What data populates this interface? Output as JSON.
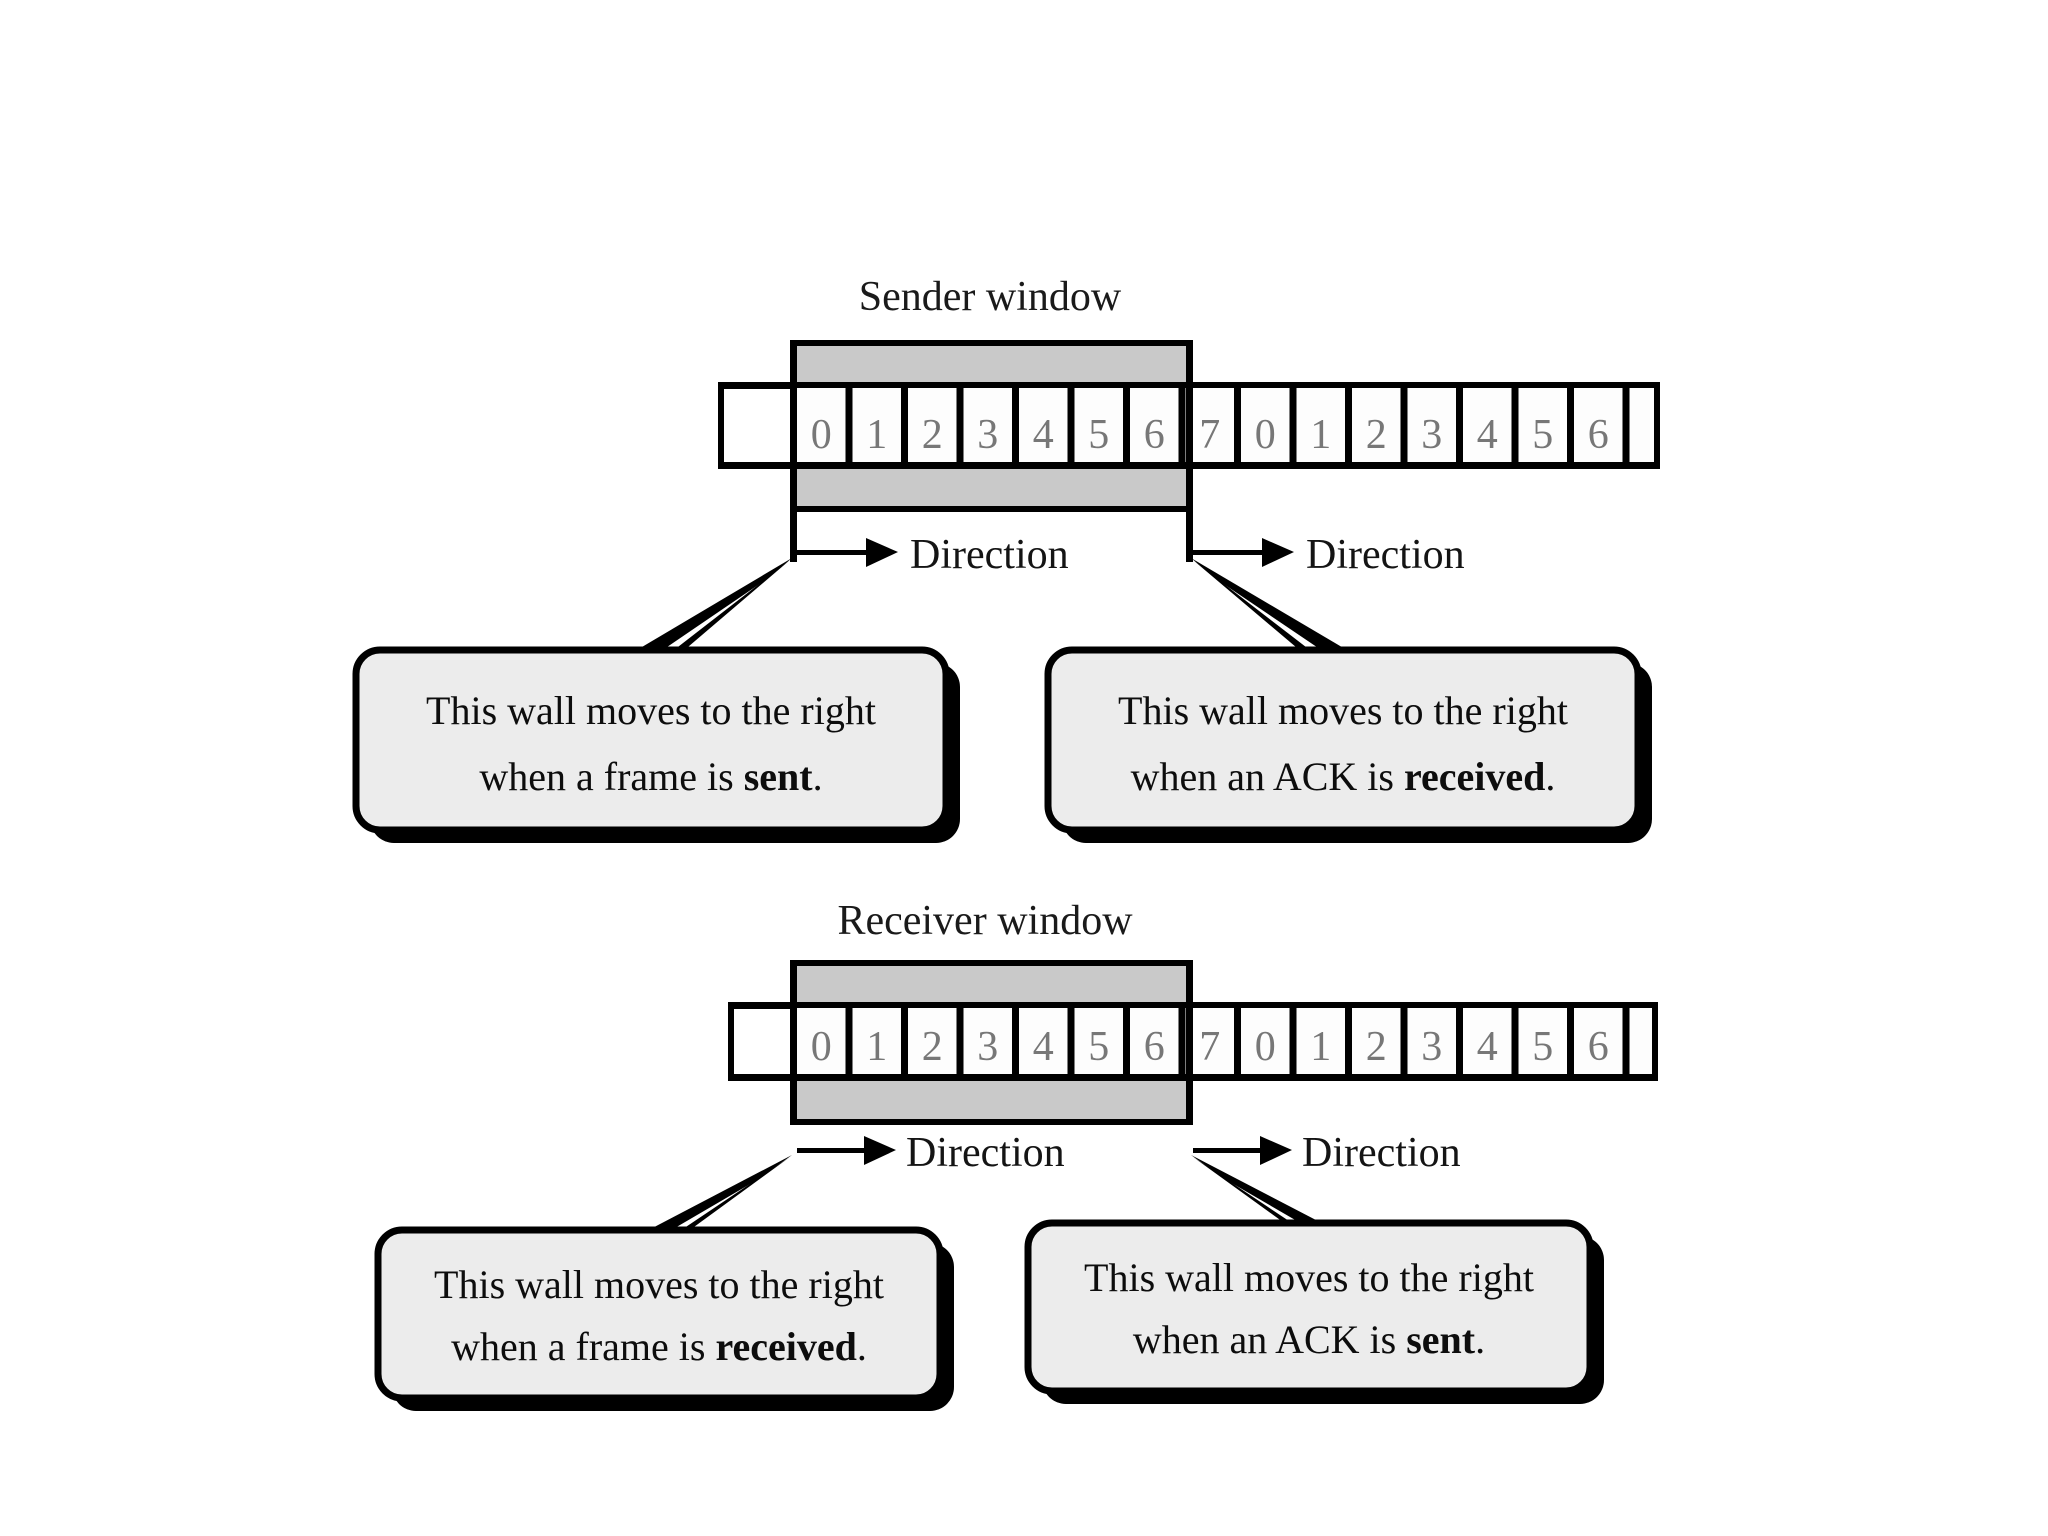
{
  "figure": {
    "type": "sliding-window-protocol-diagram",
    "background_color": "#ffffff",
    "line_color": "#000000",
    "window_fill_color": "#c9c9c9",
    "cell_fill_color": "#fdfdfd",
    "cell_number_color": "#777777",
    "callout_fill_color": "#ececec",
    "callout_shadow_color": "#000000"
  },
  "panels": [
    {
      "id": "sender",
      "title": "Sender window",
      "frames": [
        "0",
        "1",
        "2",
        "3",
        "4",
        "5",
        "6",
        "7",
        "0",
        "1",
        "2",
        "3",
        "4",
        "5",
        "6"
      ],
      "window_start_index": 0,
      "window_size": 7,
      "left_direction_label": "Direction",
      "right_direction_label": "Direction",
      "callouts": [
        {
          "id": "sender-left-callout",
          "line1": "This wall moves to the right",
          "line2_prefix": "when a frame is ",
          "line2_bold": "sent",
          "line2_suffix": "."
        },
        {
          "id": "sender-right-callout",
          "line1": "This wall moves to the right",
          "line2_prefix": "when an ACK is ",
          "line2_bold": "received",
          "line2_suffix": "."
        }
      ]
    },
    {
      "id": "receiver",
      "title": "Receiver window",
      "frames": [
        "0",
        "1",
        "2",
        "3",
        "4",
        "5",
        "6",
        "7",
        "0",
        "1",
        "2",
        "3",
        "4",
        "5",
        "6"
      ],
      "window_start_index": 0,
      "window_size": 7,
      "left_direction_label": "Direction",
      "right_direction_label": "Direction",
      "callouts": [
        {
          "id": "receiver-left-callout",
          "line1": "This wall moves to the right",
          "line2_prefix": "when a frame is ",
          "line2_bold": "received",
          "line2_suffix": "."
        },
        {
          "id": "receiver-right-callout",
          "line1": "This wall moves to the right",
          "line2_prefix": "when an ACK is ",
          "line2_bold": "sent",
          "line2_suffix": "."
        }
      ]
    }
  ]
}
